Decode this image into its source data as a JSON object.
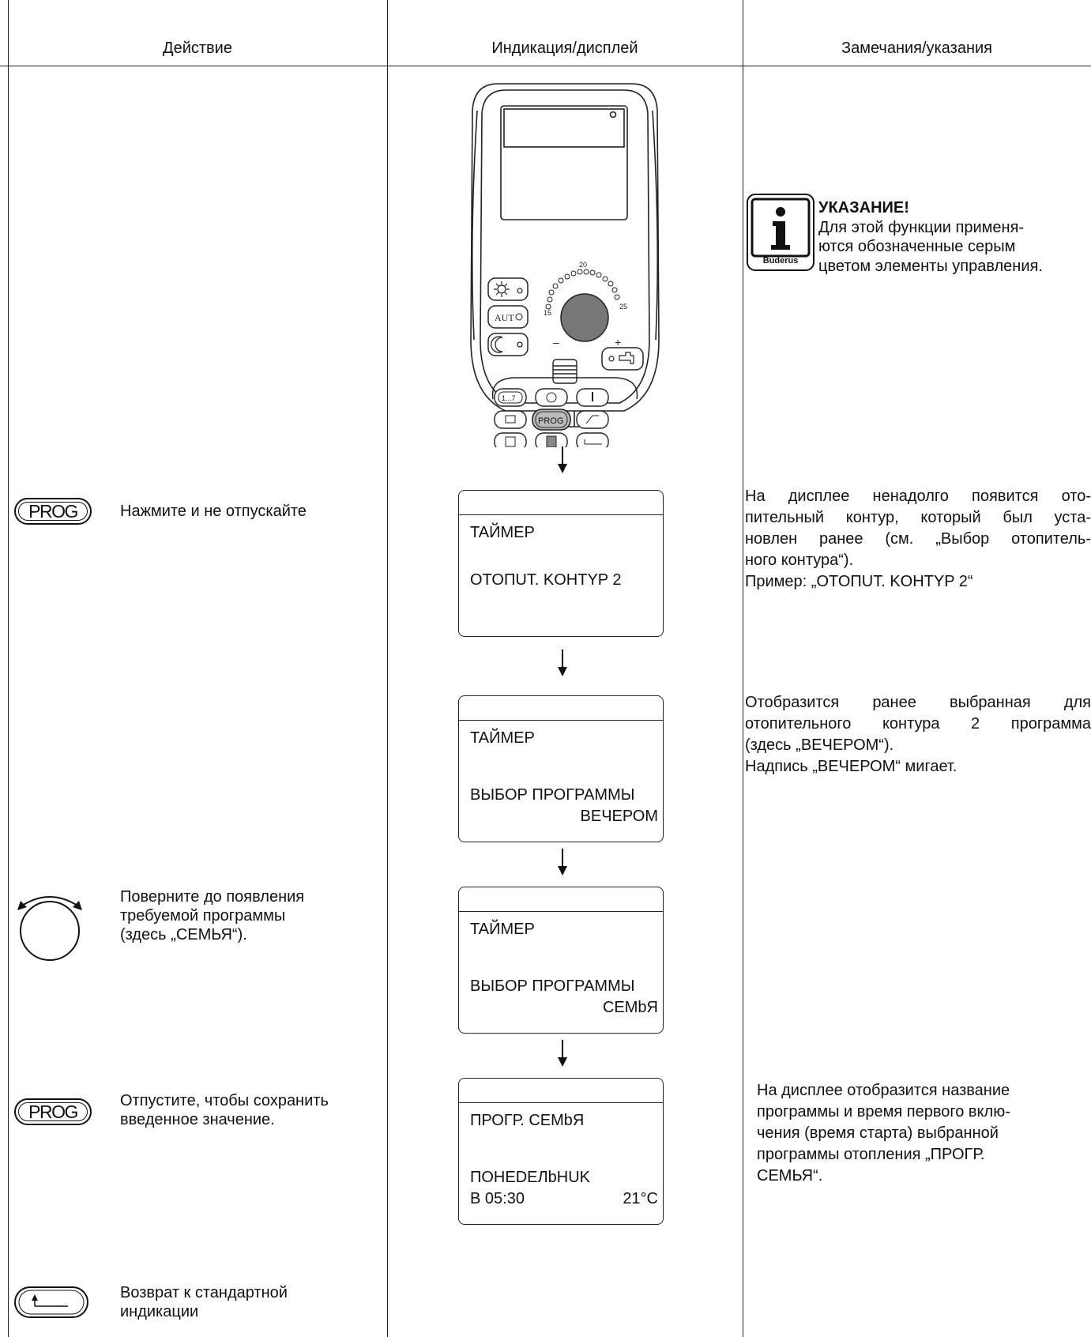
{
  "headers": {
    "action": "Действие",
    "display": "Индикация/дисплей",
    "notes": "Замечания/указания"
  },
  "hint": {
    "logo_text": "Buderus",
    "title": "УКАЗАНИЕ!",
    "lines": [
      "Для этой функции применя-",
      "ются обозначенные серым",
      "цветом элементы управления."
    ]
  },
  "device": {
    "dial_marks": [
      "20",
      "15",
      "25",
      "–",
      "+"
    ],
    "auto_label": "AUT",
    "key_1_7": "1...7",
    "prog_key": "PROG"
  },
  "steps": [
    {
      "button": "PROG",
      "action": "Нажмите и не отпускайте",
      "screen": {
        "line1": "TAЙMEP",
        "line2": "OTOПUT. KOHTYP 2",
        "line3": ""
      },
      "note": [
        "На дисплее ненадолго появится ото-",
        "пительный контур, который был уста-",
        "новлен ранее (см. „Выбор отопитель-",
        "ного контура“).",
        "Пример: „OTOПUT. KOHTYP 2“"
      ]
    },
    {
      "screen": {
        "line1": "TAЙMEP",
        "line2": "ВЫБОР ПРОГРАММЫ",
        "line3": "ВЕЧЕРОМ"
      },
      "note": [
        "Отобразится ранее выбранная для",
        "отопительного контура 2 программа",
        "(здесь „ВЕЧЕРОМ“).",
        "Надпись „ВЕЧЕРОМ“ мигает."
      ]
    },
    {
      "action": [
        "Поверните до появления",
        "требуемой программы",
        "(здесь „СЕМЬЯ“)."
      ],
      "screen": {
        "line1": "TAЙMEP",
        "line2": "ВЫБОР ПРОГРАММЫ",
        "line3": "CEMbЯ"
      }
    },
    {
      "button": "PROG",
      "action": [
        "Отпустите, чтобы сохранить",
        "введенное значение."
      ],
      "screen": {
        "line1": "ПРОГР. CEMbЯ",
        "line2": "ПОНЕDEЛbHUK",
        "line3": "B 05:30",
        "line3_right": "21°C"
      },
      "note": [
        "На дисплее отобразится название",
        "программы и время первого вклю-",
        "чения (время старта) выбранной",
        "программы отопления „ПРОГР.",
        "СЕМЬЯ“."
      ]
    },
    {
      "action": [
        "Возврат к стандартной",
        "индикации"
      ]
    }
  ]
}
